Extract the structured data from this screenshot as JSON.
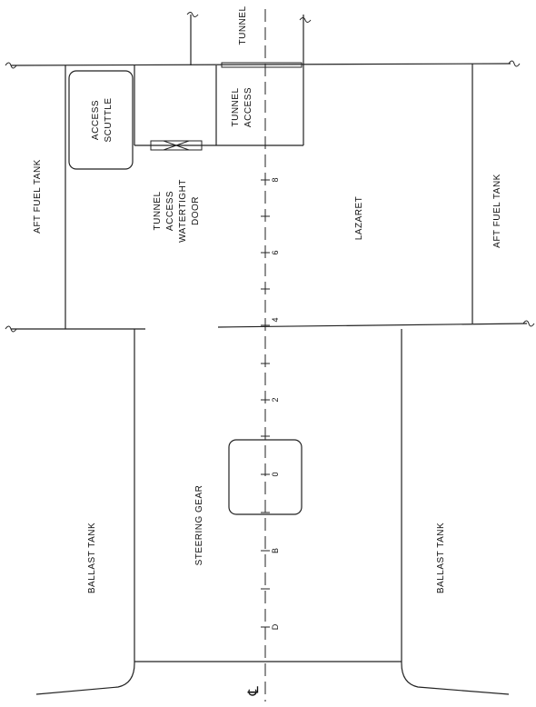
{
  "labels": {
    "aft_fuel_tank_left": "AFT FUEL TANK",
    "aft_fuel_tank_right": "AFT FUEL TANK",
    "access_scuttle_line1": "ACCESS",
    "access_scuttle_line2": "SCUTTLE",
    "tunnel_top": "TUNNEL",
    "tunnel_access_line1": "TUNNEL",
    "tunnel_access_line2": "ACCESS",
    "watertight_door_line1": "TUNNEL",
    "watertight_door_line2": "ACCESS",
    "watertight_door_line3": "WATERTIGHT",
    "watertight_door_line4": "DOOR",
    "lazaret": "LAZARET",
    "steering_gear": "STEERING GEAR",
    "ballast_tank_left": "BALLAST TANK",
    "ballast_tank_right": "BALLAST TANK",
    "centerline_symbol": "℄"
  },
  "frame_ticks": [
    "8",
    "6",
    "4",
    "2",
    "0",
    "B",
    "D"
  ],
  "colors": {
    "line": "#222222",
    "text": "#111111",
    "background": "#ffffff"
  }
}
